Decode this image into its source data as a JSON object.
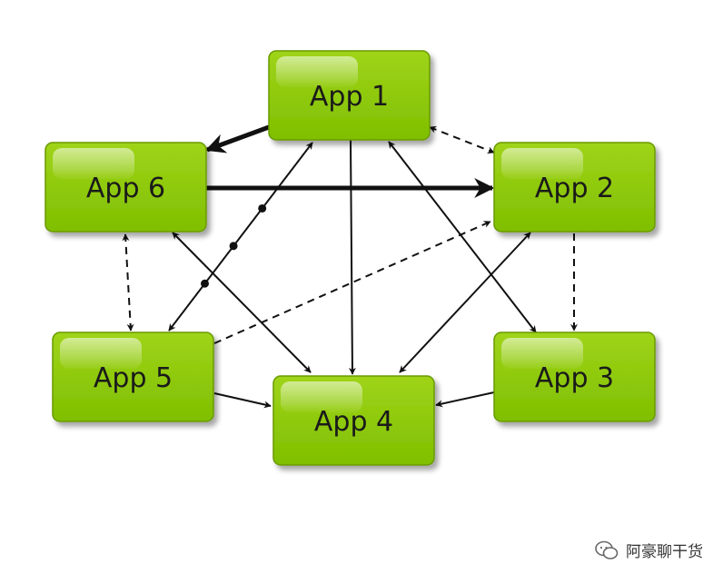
{
  "diagram": {
    "nodes": [
      {
        "id": "app1",
        "label": "App 1"
      },
      {
        "id": "app2",
        "label": "App 2"
      },
      {
        "id": "app3",
        "label": "App 3"
      },
      {
        "id": "app4",
        "label": "App 4"
      },
      {
        "id": "app5",
        "label": "App 5"
      },
      {
        "id": "app6",
        "label": "App 6"
      }
    ],
    "edges": [
      {
        "from": "app1",
        "to": "app6",
        "style": "bold"
      },
      {
        "from": "app1",
        "to": "app2",
        "style": "dashed",
        "bidirectional": true
      },
      {
        "from": "app6",
        "to": "app2",
        "style": "bold"
      },
      {
        "from": "app1",
        "to": "app4",
        "style": "solid"
      },
      {
        "from": "app1",
        "to": "app3",
        "style": "solid",
        "bidirectional": true
      },
      {
        "from": "app5",
        "to": "app1",
        "style": "dotted",
        "bidirectional": true
      },
      {
        "from": "app6",
        "to": "app5",
        "style": "dashed",
        "bidirectional": true
      },
      {
        "from": "app6",
        "to": "app4",
        "style": "solid",
        "bidirectional": true
      },
      {
        "from": "app2",
        "to": "app4",
        "style": "solid",
        "bidirectional": true
      },
      {
        "from": "app5",
        "to": "app2",
        "style": "dashed"
      },
      {
        "from": "app2",
        "to": "app3",
        "style": "dashed"
      },
      {
        "from": "app5",
        "to": "app4",
        "style": "solid"
      },
      {
        "from": "app3",
        "to": "app4",
        "style": "solid"
      }
    ],
    "colors": {
      "node_fill": "#8cc700",
      "node_fill_light": "#b5e04a",
      "node_border": "#6a9a00",
      "edge": "#111111"
    }
  },
  "watermark": {
    "text": "阿豪聊干货",
    "icon": "wechat-icon"
  }
}
